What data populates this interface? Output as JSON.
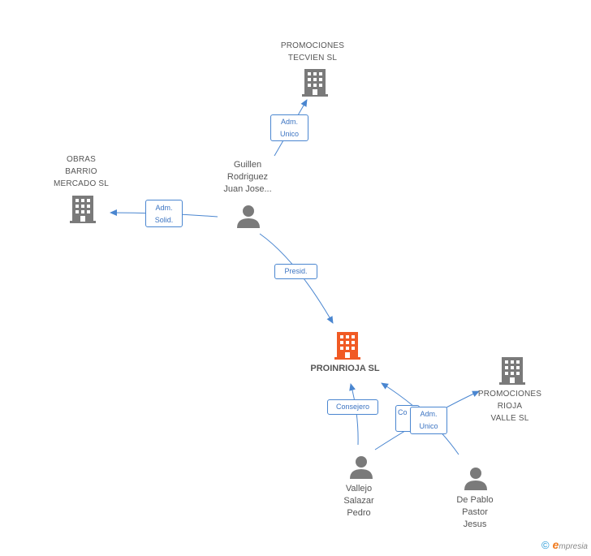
{
  "nodes": {
    "promociones_tecvien": {
      "label": "PROMOCIONES\nTECVIEN SL",
      "icon": "building-icon",
      "color": "#7a7a7a"
    },
    "obras_barrio": {
      "label": "OBRAS\nBARRIO\nMERCADO SL",
      "icon": "building-icon",
      "color": "#7a7a7a"
    },
    "guillen": {
      "label": "Guillen\nRodriguez\nJuan Jose...",
      "icon": "person-icon",
      "color": "#7a7a7a"
    },
    "proinrioja": {
      "label": "PROINRIOJA SL",
      "icon": "building-icon",
      "color": "#f15a24"
    },
    "promociones_rioja": {
      "label": "PROMOCIONES\nRIOJA\nVALLE SL",
      "icon": "building-icon",
      "color": "#7a7a7a"
    },
    "vallejo": {
      "label": "Vallejo\nSalazar\nPedro",
      "icon": "person-icon",
      "color": "#7a7a7a"
    },
    "de_pablo": {
      "label": "De Pablo\nPastor\nJesus",
      "icon": "person-icon",
      "color": "#7a7a7a"
    }
  },
  "edges": {
    "guillen_tecvien": "Adm.\nUnico",
    "guillen_obras": "Adm.\nSolid.",
    "guillen_proinrioja": "Presid.",
    "vallejo_proinrioja": "Consejero",
    "depablo_proinrioja": "Co",
    "vallejo_rioja": "Adm.\nUnico"
  },
  "edge_color": "#4a86d0",
  "footer": {
    "copyright": "©",
    "brand_initial": "e",
    "brand_rest": "mpresia"
  }
}
